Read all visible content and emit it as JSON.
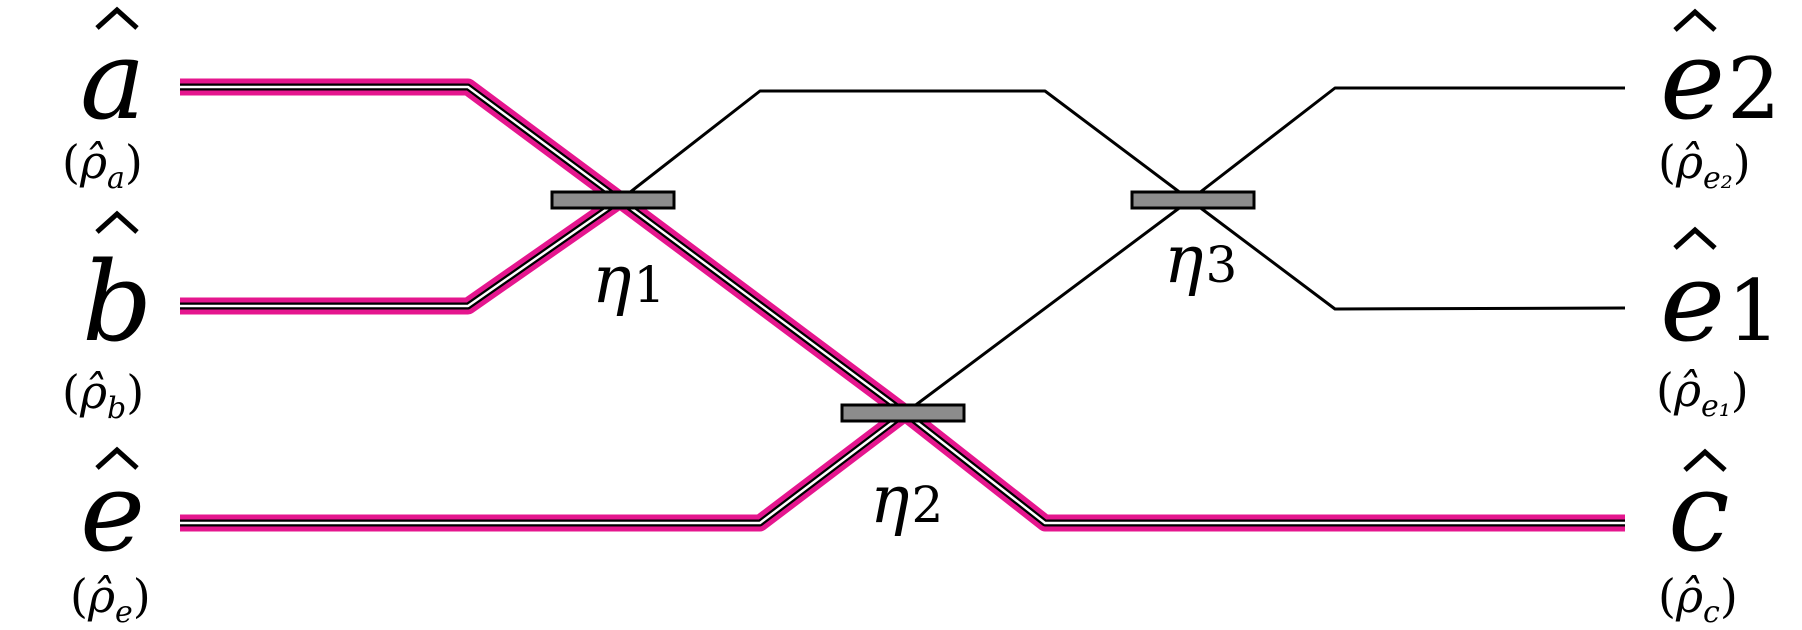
{
  "colors": {
    "highlight": "#e5168e",
    "line": "#000000",
    "splitter_fill": "#8c8c8c",
    "splitter_stroke": "#000000",
    "background": "#ffffff"
  },
  "inputs": [
    {
      "id": "a",
      "symbol": "a",
      "state_sub": "a"
    },
    {
      "id": "b",
      "symbol": "b",
      "state_sub": "b"
    },
    {
      "id": "e",
      "symbol": "e",
      "state_sub": "e"
    }
  ],
  "outputs": [
    {
      "id": "e2",
      "symbol": "e",
      "sub": "2",
      "state_sub": "e₂"
    },
    {
      "id": "e1",
      "symbol": "e",
      "sub": "1",
      "state_sub": "e₁"
    },
    {
      "id": "c",
      "symbol": "c",
      "sub": "",
      "state_sub": "c"
    }
  ],
  "beam_splitters": [
    {
      "id": "bs1",
      "symbol": "η",
      "sub": "1"
    },
    {
      "id": "bs2",
      "symbol": "η",
      "sub": "2"
    },
    {
      "id": "bs3",
      "symbol": "η",
      "sub": "3"
    }
  ],
  "highlighted_paths": [
    "a",
    "b",
    "e",
    "c"
  ]
}
